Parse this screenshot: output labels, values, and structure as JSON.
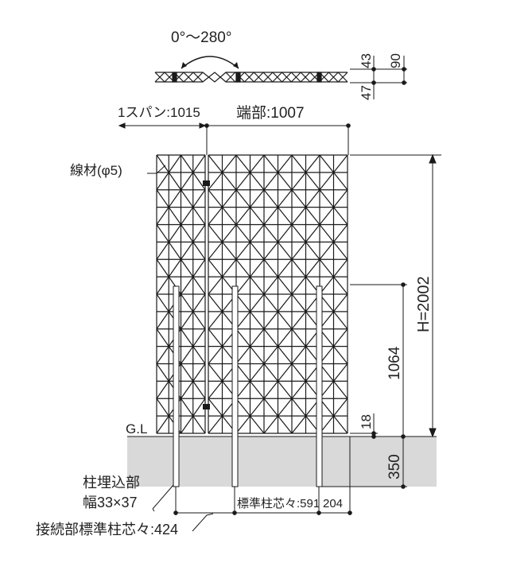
{
  "labels": {
    "angle": "0°〜280°",
    "dim_43": "43",
    "dim_90": "90",
    "dim_47": "47",
    "span": "1スパン:1015",
    "end_part": "端部:1007",
    "wire": "線材(φ5)",
    "height_total": "H=2002",
    "height_upper": "1064",
    "dim_18": "18",
    "gl": "G.L",
    "embed_depth": "350",
    "post_embed_line1": "柱埋込部",
    "post_embed_line2": "幅33×37",
    "std_post_pitch": "標準柱芯々:591",
    "dim_204": "204",
    "joint_pitch": "接続部標準柱芯々:424"
  },
  "colors": {
    "lines": "#1a1a1a",
    "ground": "#d9d9d9",
    "post": "#ffffff"
  }
}
